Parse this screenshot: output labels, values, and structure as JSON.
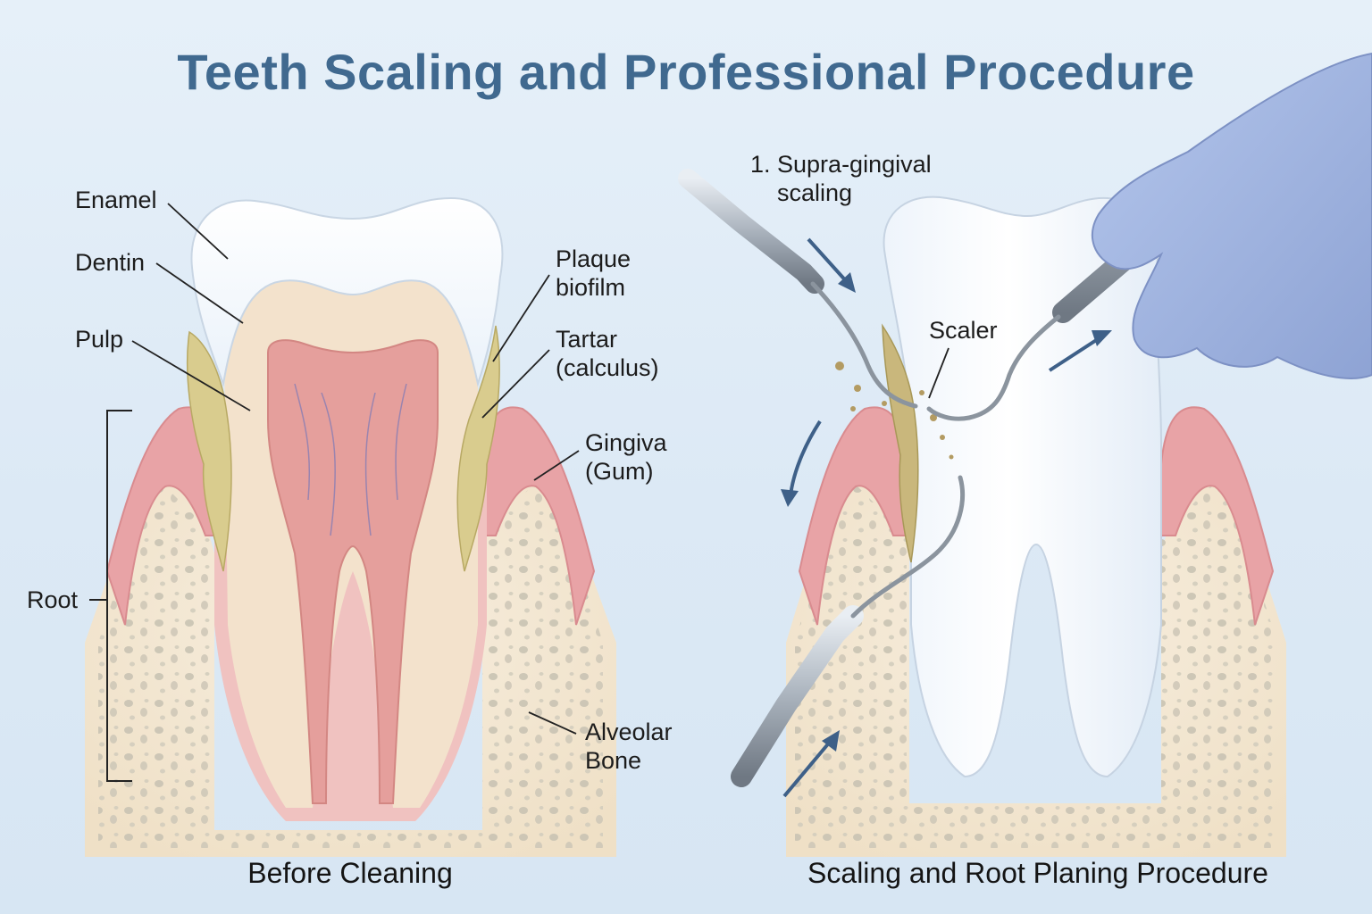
{
  "title": "Teeth Scaling and Professional Procedure",
  "left_panel": {
    "caption": "Before Cleaning",
    "labels": {
      "enamel": "Enamel",
      "dentin": "Dentin",
      "pulp": "Pulp",
      "root": "Root",
      "plaque": "Plaque\nbiofilm",
      "tartar": "Tartar\n(calculus)",
      "gingiva": "Gingiva\n(Gum)",
      "bone": "Alveolar\nBone"
    }
  },
  "right_panel": {
    "caption": "Scaling and Root Planing Procedure",
    "labels": {
      "step1": "1. Supra-gingival\n    scaling",
      "scaler": "Scaler"
    }
  },
  "colors": {
    "title": "#40698f",
    "gum": "#e8a3a6",
    "bone": "#f4e8d4",
    "enamel": "#fbfdff",
    "dentin": "#f3e2cc",
    "pulp": "#e59f9c",
    "tartar": "#d9cc8e",
    "glove": "#9fb4e0",
    "instrument": "#a9b2bd",
    "arrow": "#3e6088"
  }
}
